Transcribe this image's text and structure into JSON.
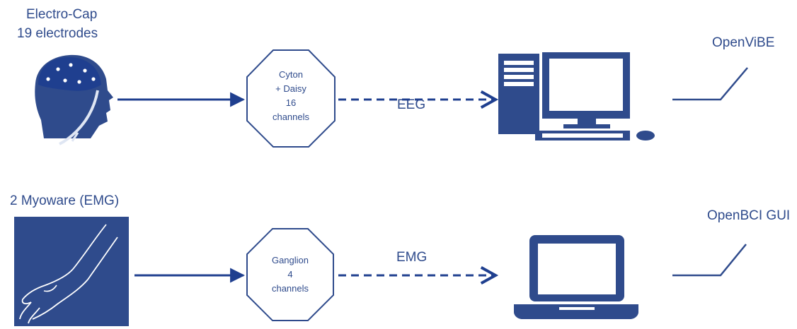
{
  "top_row": {
    "source_title_line1": "Electro-Cap",
    "source_title_line2": "19 electrodes",
    "board_lines": [
      "Cyton",
      "+ Daisy",
      "16",
      "channels"
    ],
    "signal_label": "EEG",
    "software_label": "OpenViBE"
  },
  "bottom_row": {
    "source_title": "2 Myoware (EMG)",
    "board_lines": [
      "Ganglion",
      "4",
      "channels"
    ],
    "signal_label": "EMG",
    "software_label": "OpenBCI GUI"
  },
  "colors": {
    "primary": "#2f4b8c",
    "dark": "#1f3f8f",
    "background": "#ffffff"
  },
  "icons": [
    "head-with-electrodes-icon",
    "arm-icon",
    "desktop-computer-icon",
    "laptop-icon",
    "software-stroke-icon"
  ]
}
